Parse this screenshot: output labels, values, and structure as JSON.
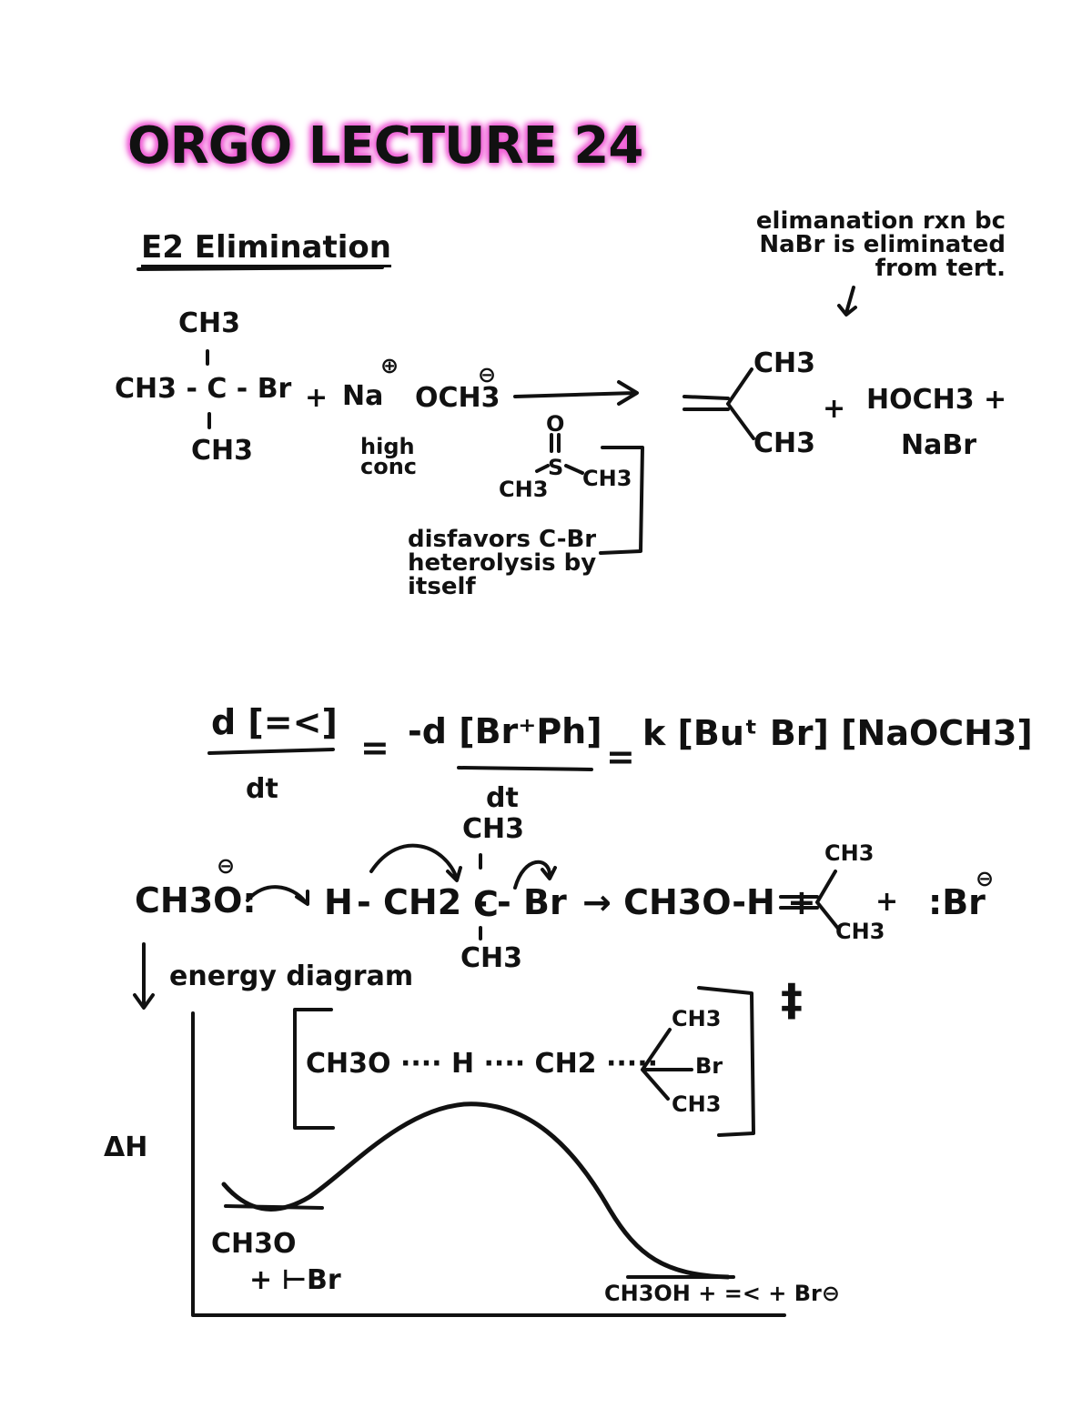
{
  "title": "ORGO LECTURE 24",
  "section": "E2 Elimination",
  "reaction1": {
    "reactant_top_ch3": "CH3",
    "reactant_center": "CH3 - C - Br",
    "reactant_bottom_ch3": "CH3",
    "plus1": "+",
    "na": "Na",
    "och3": "OCH3",
    "na_charge": "⊕",
    "och3_charge": "⊖",
    "high_conc": "high conc",
    "product_ch3_top": "CH3",
    "product_ch3_bottom": "CH3",
    "plus2": "+",
    "byproducts": "HOCH3 +",
    "nabr": "NaBr",
    "dmso_o": "O",
    "dmso_s": "S",
    "dmso_left": "CH3",
    "dmso_right": "CH3",
    "note_disfavors": "disfavors C-Br heterolysis by itself",
    "note_elim": "elimanation rxn bc NaBr is eliminated from tert."
  },
  "rate_law": {
    "lhs_num": "d [=<]",
    "lhs_den": "dt",
    "eq1": "=",
    "mid_num": "-d [Br⁺Ph]",
    "mid_den": "dt",
    "eq2": "=",
    "rhs": "k [Buᵗ Br] [NaOCH3]"
  },
  "mechanism": {
    "methoxide": "CH3O:",
    "methoxide_charge": "⊖",
    "h": "H",
    "ch2": "- CH2 -",
    "c": "C",
    "br": "- Br",
    "top_ch3": "CH3",
    "bottom_ch3": "CH3",
    "arrow_products": "→ CH3O-H +",
    "alkene_ch3_top": "CH3",
    "alkene_ch3_bottom": "CH3",
    "plus": "+",
    "bromide": ":Br",
    "bromide_charge": "⊖"
  },
  "energy_diagram": {
    "label": "energy diagram",
    "y_axis": "ΔH",
    "ts": "CH3O ···· H ···· CH2 ·····",
    "ts_ch3_top": "CH3",
    "ts_br": "Br",
    "ts_ch3_bottom": "CH3",
    "ts_symbol": "‡",
    "reactants": "CH3O",
    "reactants2": "+ ⊢Br",
    "products": "CH3OH + =< + Br⊖"
  }
}
